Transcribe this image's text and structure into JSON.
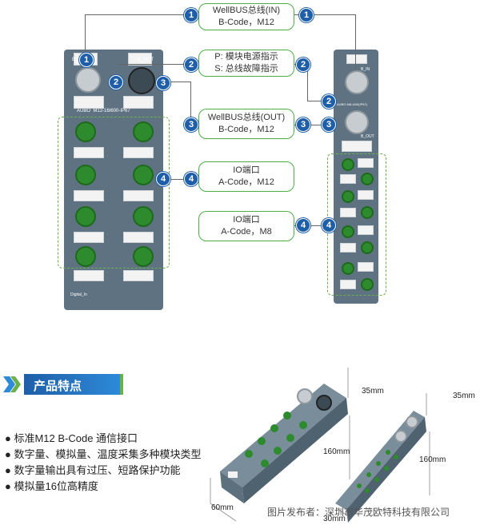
{
  "callouts": [
    {
      "num": "1",
      "line1": "WellBUS总线(IN)",
      "line2": "B-Code，M12"
    },
    {
      "num": "2",
      "line1": "P: 模块电源指示",
      "line2": "S: 总线故障指示"
    },
    {
      "num": "3",
      "line1": "WellBUS总线(OUT)",
      "line2": "B-Code，M12"
    },
    {
      "num": "4",
      "line1": "IO端口",
      "line2": "A-Code，M12"
    },
    {
      "num": "4",
      "line1": "IO端口",
      "line2": "A-Code，M8"
    }
  ],
  "module_large": {
    "brand": "AUBO",
    "model": "M12-16I600-IP67",
    "label_in": "B_IN",
    "label_out": "B_OUT",
    "footer": "Digital_In"
  },
  "module_small": {
    "model": "AUBO M8-16I0(IP67)",
    "label_in": "B_IN",
    "label_out": "B_OUT"
  },
  "section": {
    "title": "产品特点"
  },
  "features": [
    "标准M12 B-Code 通信接口",
    "数字量、模拟量、温度采集多种模块类型",
    "数字量输出具有过压、短路保护功能",
    "模拟量16位高精度"
  ],
  "dimensions": {
    "large_h": "35mm",
    "large_l": "160mm",
    "large_w": "60mm",
    "small_h": "35mm",
    "small_l": "160mm",
    "small_w": "30mm"
  },
  "watermark": "图片发布者：深圳市华茂欧特科技有限公司",
  "colors": {
    "badge": "#1f5ea8",
    "callout_border": "#4cae45",
    "module": "#5e7282",
    "port_green": "#2d8a2d"
  }
}
